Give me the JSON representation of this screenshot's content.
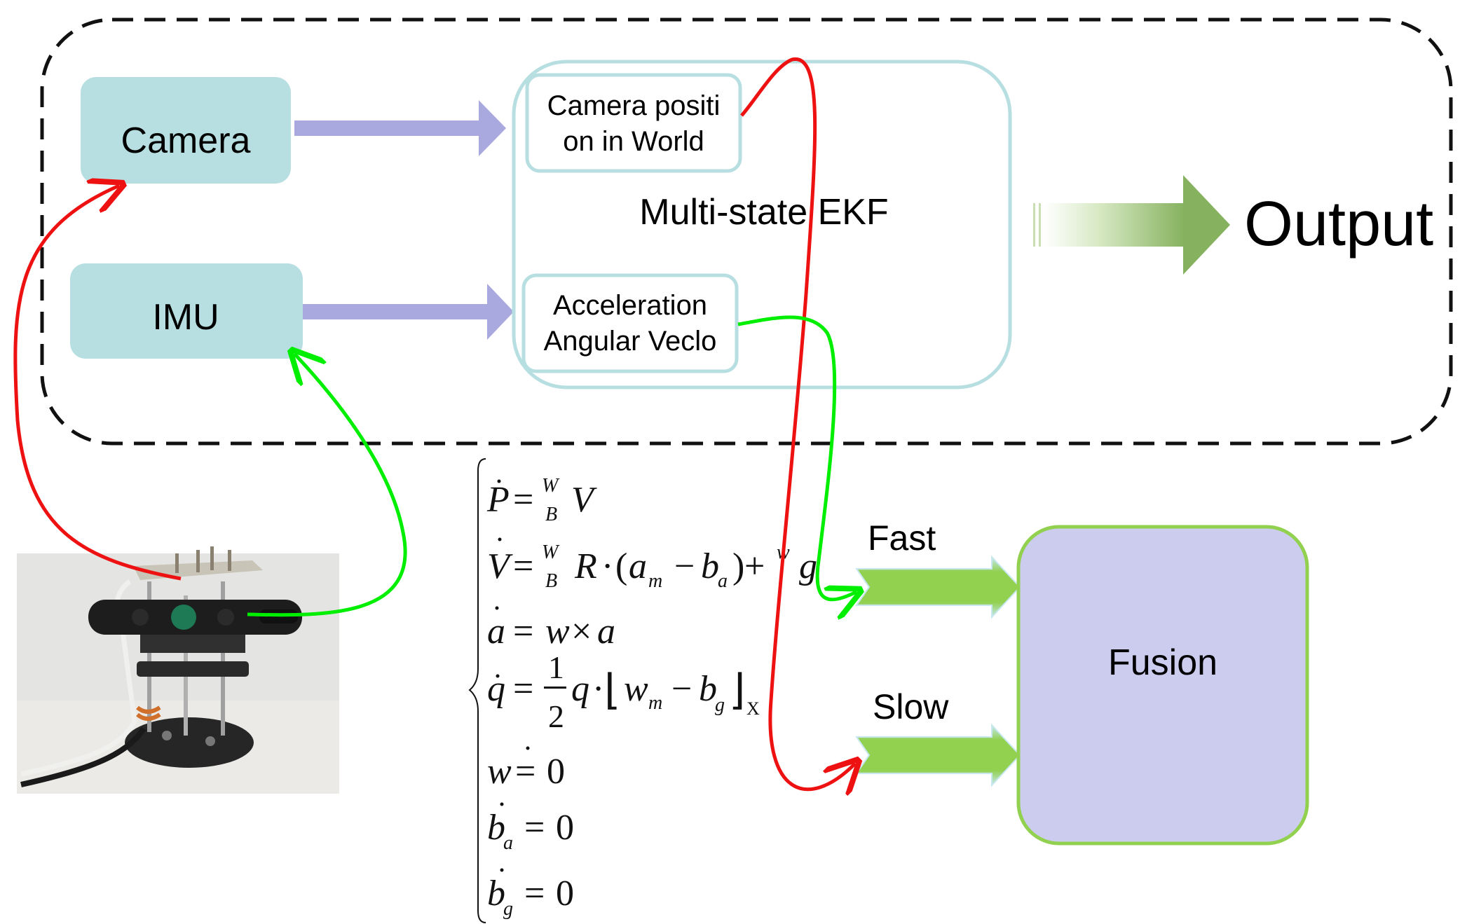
{
  "diagram": {
    "nodes": {
      "camera": "Camera",
      "imu": "IMU",
      "camera_position": [
        "Camera positi",
        "on in World"
      ],
      "acceleration": [
        "Acceleration",
        "Angular Veclo"
      ],
      "ekf": "Multi-state EKF",
      "output": "Output",
      "fast": "Fast",
      "slow": "Slow",
      "fusion": "Fusion"
    },
    "equations": {
      "eq1": {
        "lhs": "P",
        "op": "=",
        "sup": "W",
        "sub": "B",
        "rhs": "V"
      },
      "eq2": {
        "lhs": "V",
        "op": "=",
        "sup": "W",
        "sub": "B",
        "rhs_r": "R",
        "dot": "·",
        "open": "(",
        "a": "a",
        "a_sub": "m",
        "minus": "−",
        "b": "b",
        "b_sub": "a",
        "close": ")",
        "plus": "+",
        "w_sup": "w",
        "g": "g"
      },
      "eq3": {
        "lhs": "a",
        "op": "=",
        "w": "w",
        "times": "×",
        "a": "a"
      },
      "eq4": {
        "lhs": "q",
        "op": "=",
        "num": "1",
        "den": "2",
        "q": "q",
        "dot": "·",
        "lfloor": "⌊",
        "w": "w",
        "w_sub": "m",
        "minus": "−",
        "b": "b",
        "b_sub": "g",
        "rfloor": "⌋",
        "x": "X"
      },
      "eq5": {
        "lhs": "w",
        "op": "=",
        "rhs": "0"
      },
      "eq6": {
        "lhs": "b",
        "sub": "a",
        "op": "=",
        "rhs": "0"
      },
      "eq7": {
        "lhs": "b",
        "sub": "g",
        "op": "=",
        "rhs": "0"
      }
    },
    "colors": {
      "node_fill": "#b7dfe1",
      "ekf_border": "#b7dfe1",
      "arrow_purple": "#a9a9e0",
      "arrow_green": "#92d050",
      "fusion_fill": "#ccccef",
      "fusion_border": "#92d050",
      "red_line": "#ee1111",
      "green_line": "#00ee00"
    }
  }
}
